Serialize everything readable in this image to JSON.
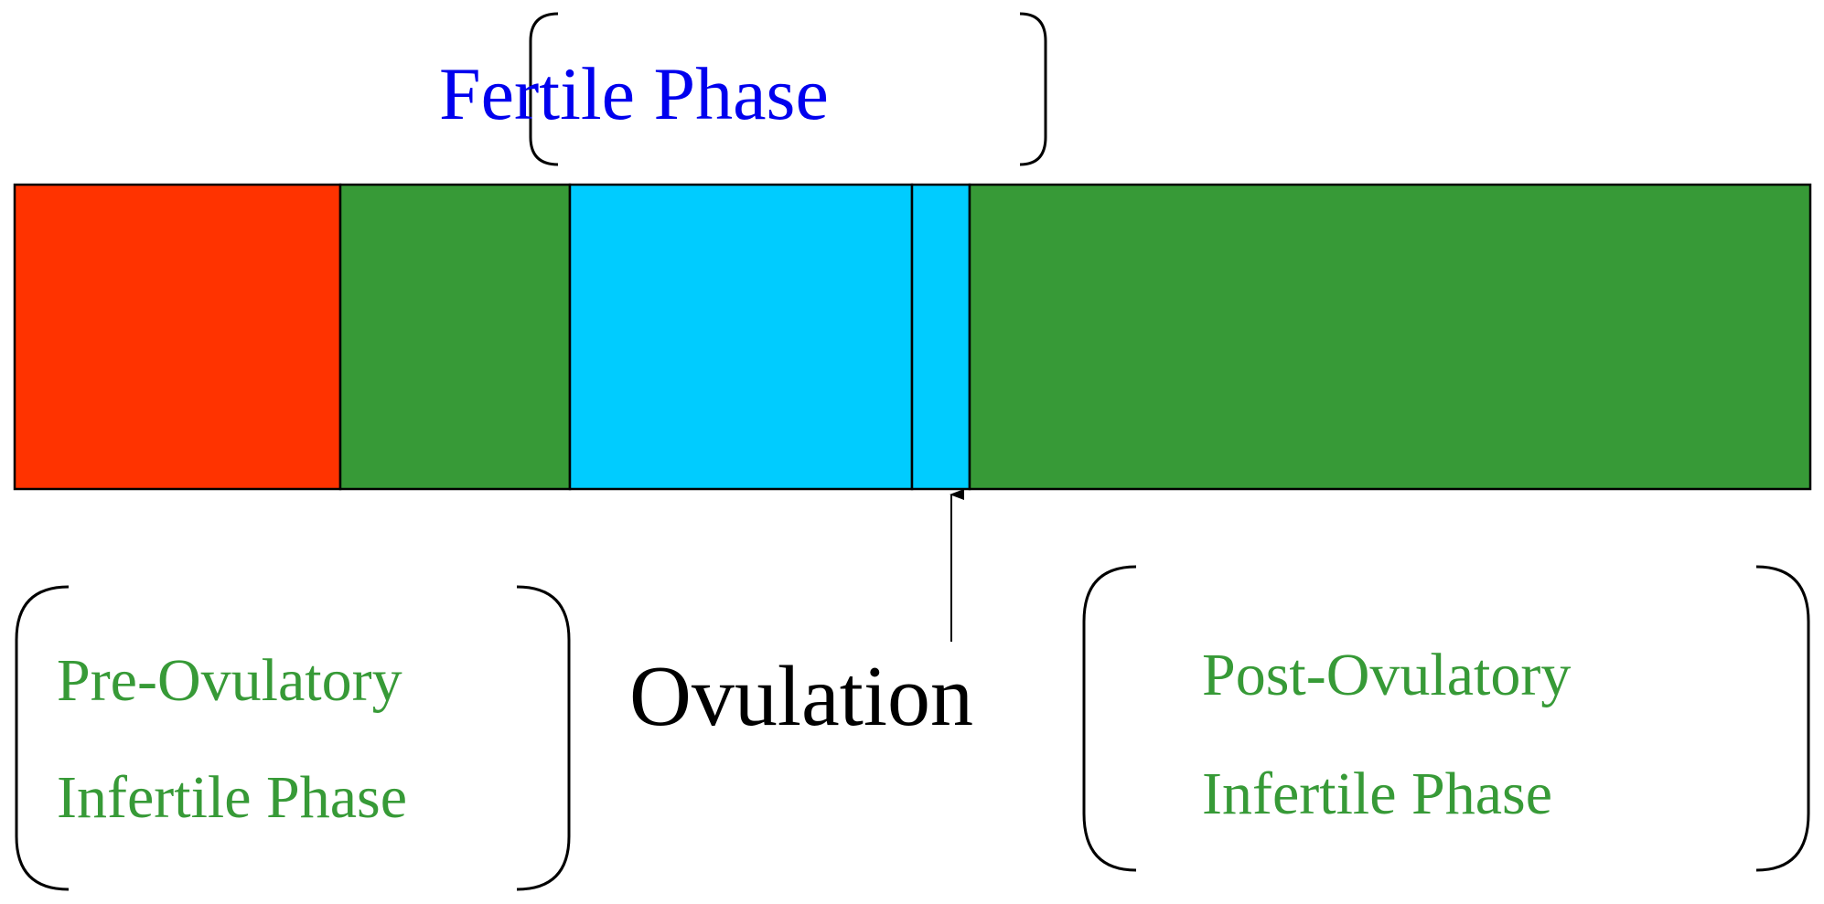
{
  "labels": {
    "fertile_phase": "Fertile Phase",
    "ovulation": "Ovulation",
    "pre_ovulatory_line1": "Pre-Ovulatory",
    "pre_ovulatory_line2": "Infertile Phase",
    "post_ovulatory_line1": "Post-Ovulatory",
    "post_ovulatory_line2": "Infertile Phase"
  },
  "colors": {
    "menstruation": "#ff3300",
    "infertile": "#379a37",
    "fertile": "#00ccff",
    "fertile_text": "#0000ee",
    "outline": "#000000"
  },
  "bar_segments": [
    {
      "id": "segment-menstruation",
      "color_key": "menstruation"
    },
    {
      "id": "segment-pre-ovulatory-infertile",
      "color_key": "infertile"
    },
    {
      "id": "segment-fertile",
      "color_key": "fertile"
    },
    {
      "id": "segment-ovulation-day",
      "color_key": "fertile"
    },
    {
      "id": "segment-post-ovulatory-infertile",
      "color_key": "infertile"
    }
  ]
}
